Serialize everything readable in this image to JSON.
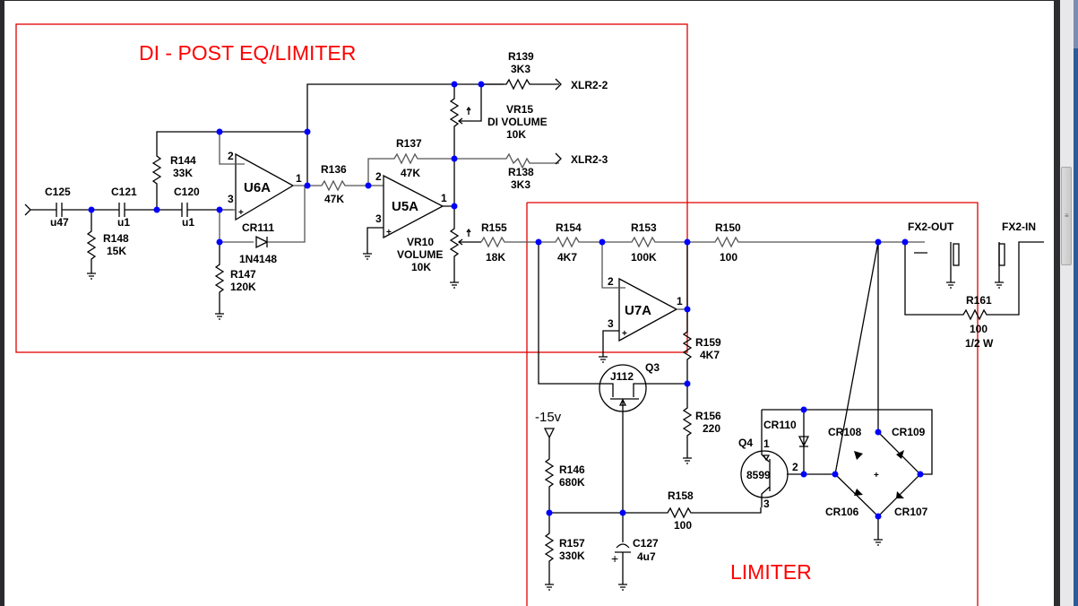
{
  "sections": {
    "di_post": "DI - POST EQ/LIMITER",
    "limiter": "LIMITER"
  },
  "components": {
    "C125": {
      "ref": "C125",
      "value": "u47"
    },
    "C121": {
      "ref": "C121",
      "value": "u1"
    },
    "C120": {
      "ref": "C120",
      "value": "u1"
    },
    "R148": {
      "ref": "R148",
      "value": "15K"
    },
    "R144": {
      "ref": "R144",
      "value": "33K"
    },
    "R147": {
      "ref": "R147",
      "value": "120K"
    },
    "CR111": {
      "ref": "CR111",
      "value": "1N4148"
    },
    "U6A": {
      "ref": "U6A",
      "pin_inv": "2",
      "pin_noninv": "3",
      "pin_out": "1"
    },
    "R136": {
      "ref": "R136",
      "value": "47K"
    },
    "R137": {
      "ref": "R137",
      "value": "47K"
    },
    "U5A": {
      "ref": "U5A",
      "pin_inv": "2",
      "pin_noninv": "3",
      "pin_out": "1"
    },
    "VR15": {
      "ref": "VR15",
      "name": "DI VOLUME",
      "value": "10K"
    },
    "VR10": {
      "ref": "VR10",
      "name": "VOLUME",
      "value": "10K"
    },
    "R139": {
      "ref": "R139",
      "value": "3K3"
    },
    "R138": {
      "ref": "R138",
      "value": "3K3"
    },
    "R155": {
      "ref": "R155",
      "value": "18K"
    },
    "R154": {
      "ref": "R154",
      "value": "4K7"
    },
    "R153": {
      "ref": "R153",
      "value": "100K"
    },
    "R150": {
      "ref": "R150",
      "value": "100"
    },
    "U7A": {
      "ref": "U7A",
      "pin_inv": "2",
      "pin_noninv": "3",
      "pin_out": "1"
    },
    "R159": {
      "ref": "R159",
      "value": "4K7"
    },
    "Q3": {
      "ref": "Q3",
      "value": "J112"
    },
    "R156": {
      "ref": "R156",
      "value": "220"
    },
    "R146": {
      "ref": "R146",
      "value": "680K"
    },
    "R157": {
      "ref": "R157",
      "value": "330K"
    },
    "C127": {
      "ref": "C127",
      "value": "4u7",
      "polarity": "+"
    },
    "R158": {
      "ref": "R158",
      "value": "100"
    },
    "Q4": {
      "ref": "Q4",
      "value": "8599",
      "pin_e": "1",
      "pin_b": "2",
      "pin_c": "3"
    },
    "CR110": {
      "ref": "CR110"
    },
    "CR108": {
      "ref": "CR108"
    },
    "CR109": {
      "ref": "CR109"
    },
    "CR106": {
      "ref": "CR106"
    },
    "CR107": {
      "ref": "CR107"
    },
    "R161": {
      "ref": "R161",
      "value": "100",
      "rating": "1/2 W"
    }
  },
  "nets": {
    "xlr2_2": "XLR2-2",
    "xlr2_3": "XLR2-3",
    "fx2_out": "FX2-OUT",
    "fx2_in": "FX2-IN",
    "neg15": "-15v",
    "bridge_plus": "+"
  },
  "colors": {
    "junction": "#0000ff",
    "section_box": "#e00000",
    "title": "#ff0000"
  }
}
